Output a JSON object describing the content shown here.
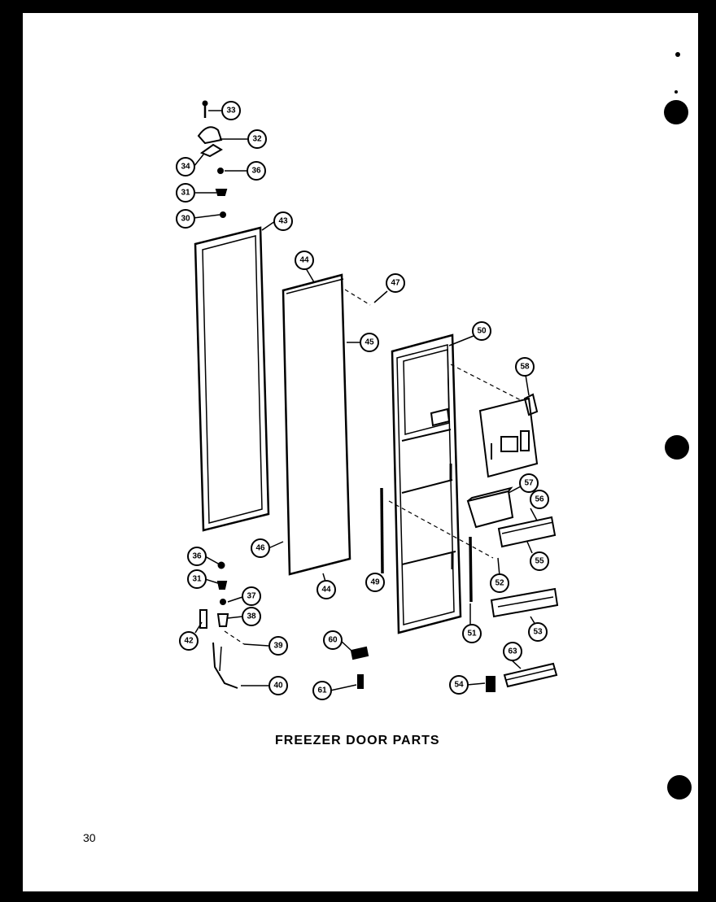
{
  "title": "FREEZER DOOR PARTS",
  "page_number": "30",
  "callouts": {
    "c33": "33",
    "c32": "32",
    "c34": "34",
    "c26a": "36",
    "c31a": "31",
    "c30a": "30",
    "c43": "43",
    "c44a": "44",
    "c47": "47",
    "c45": "45",
    "c50": "50",
    "c58": "58",
    "c57": "57",
    "c56": "56",
    "c55": "55",
    "c46": "46",
    "c44b": "44",
    "c49": "49",
    "c52": "52",
    "c51": "51",
    "c53": "53",
    "c36b": "36",
    "c31b": "31",
    "c37": "37",
    "c38": "38",
    "c42": "42",
    "c39": "39",
    "c40": "40",
    "c60": "60",
    "c61": "61",
    "c63": "63",
    "c54": "54"
  }
}
